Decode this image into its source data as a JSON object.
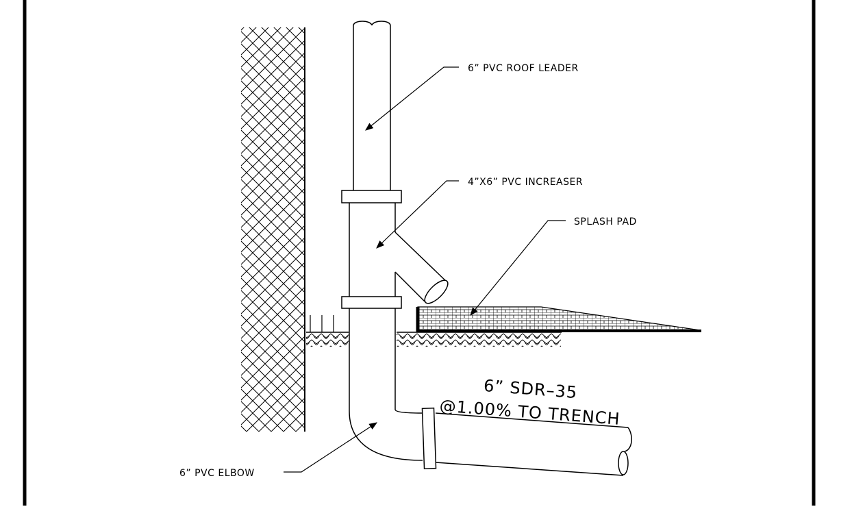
{
  "labels": {
    "roof_leader": "6” PVC ROOF LEADER",
    "increaser": "4”X6” PVC INCREASER",
    "splash_pad": "SPLASH PAD",
    "pipe_size": "6” SDR–35",
    "slope": "@1.00% TO TRENCH",
    "elbow": "6” PVC ELBOW"
  }
}
